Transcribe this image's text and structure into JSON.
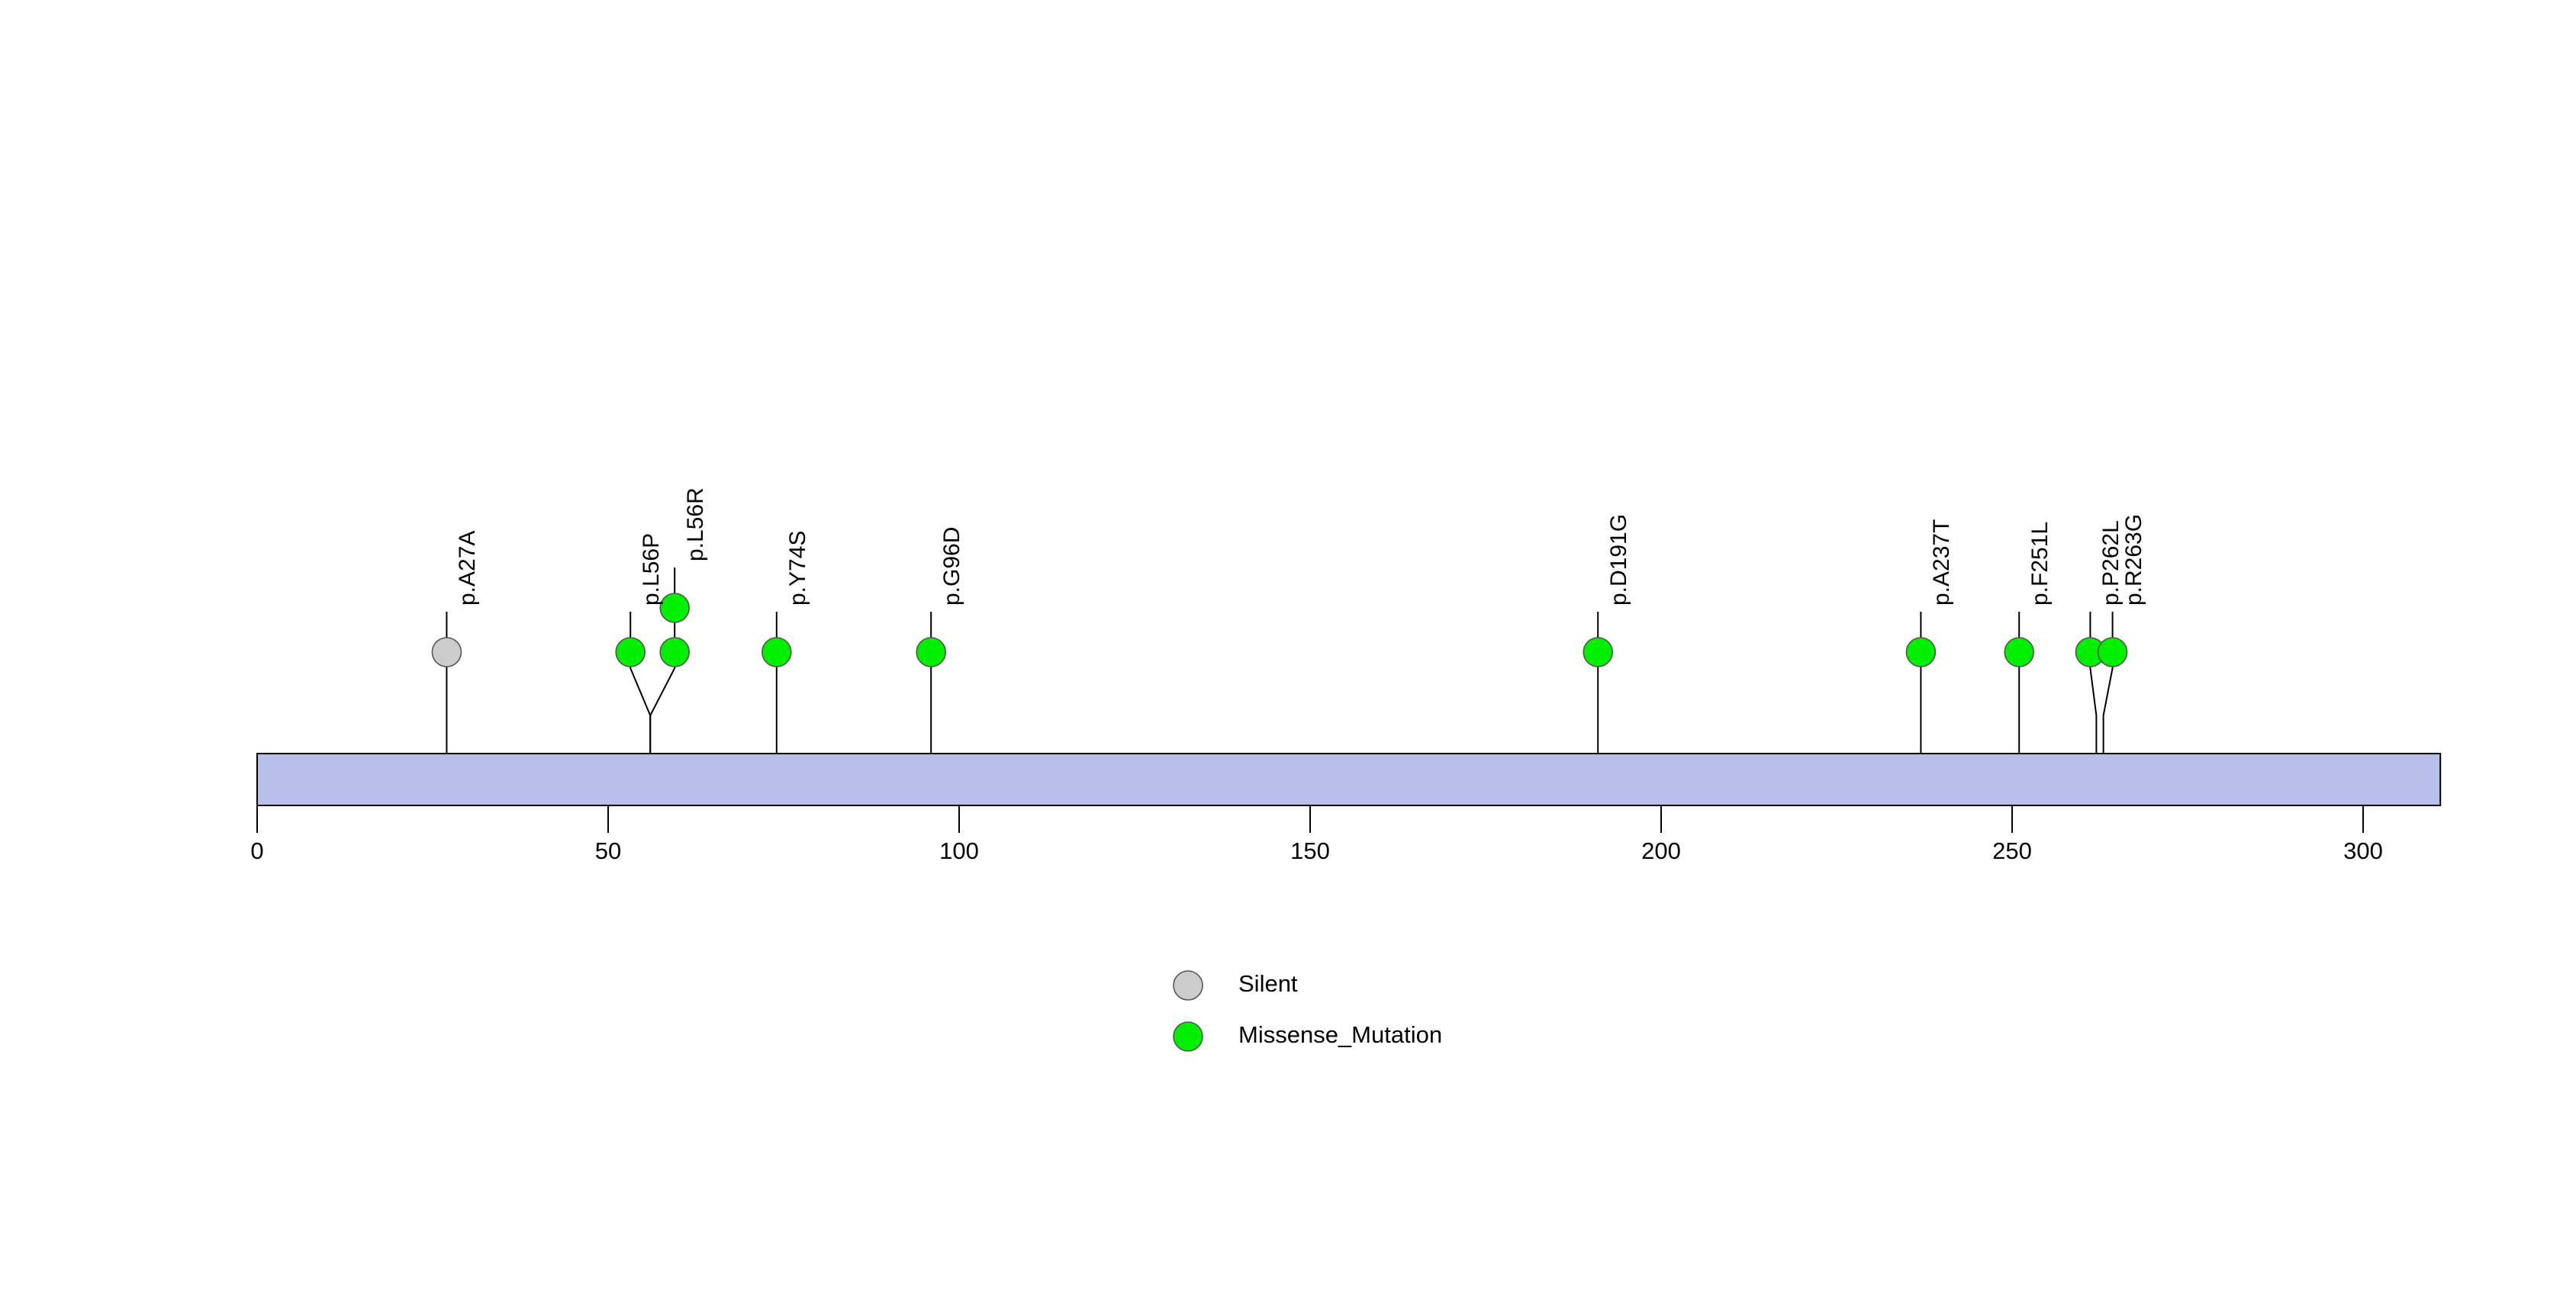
{
  "chart_data": {
    "type": "lollipop",
    "title": "",
    "xlabel": "",
    "ylabel": "",
    "xlim": [
      0,
      311
    ],
    "axis_ticks": [
      {
        "value": 0,
        "label": "0"
      },
      {
        "value": 50,
        "label": "50"
      },
      {
        "value": 100,
        "label": "100"
      },
      {
        "value": 150,
        "label": "150"
      },
      {
        "value": 200,
        "label": "200"
      },
      {
        "value": 250,
        "label": "250"
      },
      {
        "value": 300,
        "label": "300"
      }
    ],
    "protein_bar": {
      "start": 0,
      "end": 311,
      "fill_color": "#b8bfe8",
      "border_color": "#000000"
    },
    "grid": false,
    "legend_position": "bottom-center",
    "mutations": [
      {
        "label": "p.A27A",
        "position": 27,
        "count": 1,
        "class": "Silent",
        "color": "#cccccc",
        "label_x_offset": 0
      },
      {
        "label": "p.L56P",
        "position": 56,
        "count": 1,
        "class": "Missense_Mutation",
        "color": "#00ee00",
        "label_x_offset": -26
      },
      {
        "label": "p.L56R",
        "position": 56,
        "count": 2,
        "class": "Missense_Mutation",
        "color": "#00ee00",
        "label_x_offset": 32
      },
      {
        "label": "p.Y74S",
        "position": 74,
        "count": 1,
        "class": "Missense_Mutation",
        "color": "#00ee00",
        "label_x_offset": 0
      },
      {
        "label": "p.G96D",
        "position": 96,
        "count": 1,
        "class": "Missense_Mutation",
        "color": "#00ee00",
        "label_x_offset": 0
      },
      {
        "label": "p.D191G",
        "position": 191,
        "count": 1,
        "class": "Missense_Mutation",
        "color": "#00ee00",
        "label_x_offset": 0
      },
      {
        "label": "p.A237T",
        "position": 237,
        "count": 1,
        "class": "Missense_Mutation",
        "color": "#00ee00",
        "label_x_offset": 0
      },
      {
        "label": "p.F251L",
        "position": 251,
        "count": 1,
        "class": "Missense_Mutation",
        "color": "#00ee00",
        "label_x_offset": 0
      },
      {
        "label": "p.P262L",
        "position": 262,
        "count": 1,
        "class": "Missense_Mutation",
        "color": "#00ee00",
        "label_x_offset": -8
      },
      {
        "label": "p.R263G",
        "position": 263,
        "count": 1,
        "class": "Missense_Mutation",
        "color": "#00ee00",
        "label_x_offset": 12
      }
    ],
    "legend": [
      {
        "label": "Silent",
        "color": "#cccccc"
      },
      {
        "label": "Missense_Mutation",
        "color": "#00ee00"
      }
    ]
  }
}
